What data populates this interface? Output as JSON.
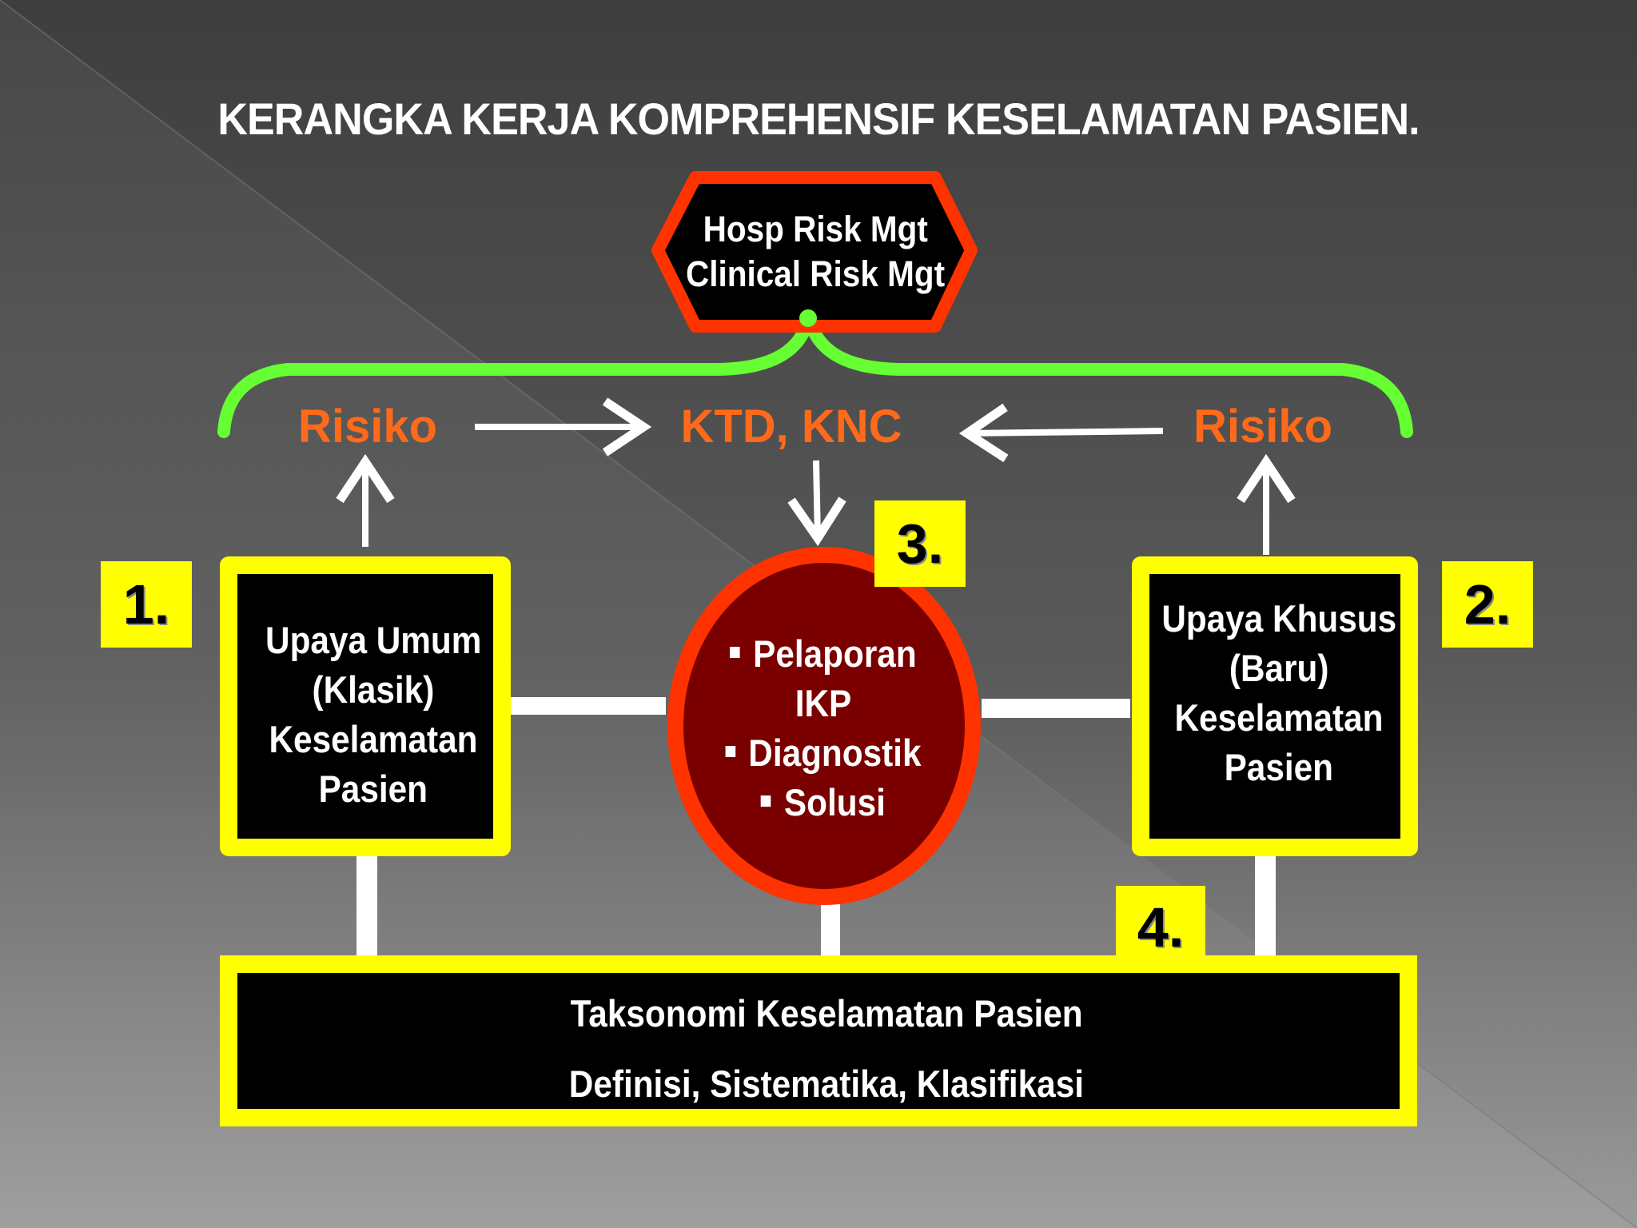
{
  "title": "KERANGKA KERJA KOMPREHENSIF KESELAMATAN PASIEN.",
  "hexagon": {
    "line1": "Hosp Risk Mgt",
    "line2": "Clinical Risk Mgt"
  },
  "risk_left": "Risiko",
  "risk_right": "Risiko",
  "center_event": "KTD, KNC",
  "box1": {
    "number": "1.",
    "lines": [
      "Upaya Umum",
      "(Klasik)",
      "Keselamatan",
      "Pasien"
    ]
  },
  "box2": {
    "number": "2.",
    "lines": [
      "Upaya Khusus",
      "(Baru)",
      "Keselamatan",
      "Pasien"
    ]
  },
  "oval": {
    "number": "3.",
    "bullet1": "Pelaporan",
    "bullet1_cont": "IKP",
    "bullet2": "Diagnostik",
    "bullet3": "Solusi"
  },
  "bottom": {
    "number": "4.",
    "line1": "Taksonomi Keselamatan Pasien",
    "line2": "Definisi, Sistematika, Klasifikasi"
  },
  "colors": {
    "yellow": "#ffff00",
    "orange_text": "#ff6a1a",
    "red_border": "#ff3300",
    "green_brace": "#66ff33",
    "oval_fill": "#7a0000"
  }
}
